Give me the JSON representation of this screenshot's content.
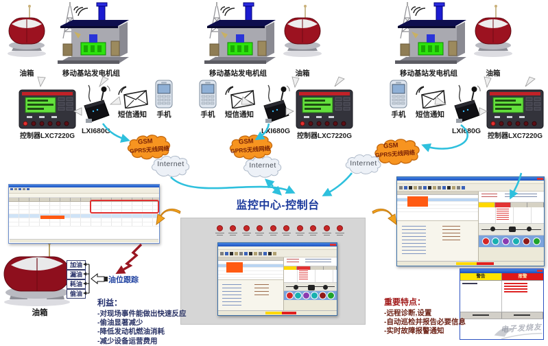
{
  "page": {
    "center_title": "监控中心-控制台"
  },
  "network": {
    "gsm_line1": "GSM",
    "gsm_line2": "GPRS无线网络",
    "internet_label": "Internet"
  },
  "clusters": [
    {
      "station_label": "移动基站发电机组",
      "tank_label": "油箱",
      "controller_label": "控制器LXC7220G",
      "modem_label": "LXI680G",
      "sms_label": "短信通知",
      "phone_label": "手机"
    },
    {
      "station_label": "移动基站发电机组",
      "tank_label": "油箱",
      "controller_label": "控制器LXC7220G",
      "modem_label": "LXI680G",
      "sms_label": "短信通知",
      "phone_label": "手机"
    },
    {
      "station_label": "移动基站发电机组",
      "tank_label": "油箱",
      "controller_label": "控制器LXC7220G",
      "modem_label": "LXI680G",
      "sms_label": "短信通知",
      "phone_label": "手机"
    }
  ],
  "console": {
    "indicator_count": 10
  },
  "fuel_tracking": {
    "tank_label": "油箱",
    "events": [
      "加油",
      "漏油",
      "耗油",
      "偷油"
    ],
    "tracking_label": "油位跟踪"
  },
  "benefits": {
    "title": "利益：",
    "items": [
      "-对现场事件能做出快速反应",
      "-偷油显著减少",
      "-降低发动机燃油消耗",
      "-减少设备运营费用"
    ]
  },
  "features": {
    "title": "重要特点：",
    "items": [
      "-远程诊断,设置",
      "-自动巡检并报告必要信息",
      "-实时故障报警通知"
    ]
  },
  "alarm_window": {
    "warning_header": "警告",
    "alarm_header": "报警"
  },
  "watermark": "电子发烧友",
  "colors": {
    "cyan_arrow": "#2EC0DD",
    "gsm_cloud": "#F7941D",
    "title_blue": "#1C3A9C",
    "benefit_navy": "#2A3366",
    "feature_maroon": "#A01818",
    "orange_arrow": "#F3A21C",
    "trend_red": "#9A1722"
  }
}
